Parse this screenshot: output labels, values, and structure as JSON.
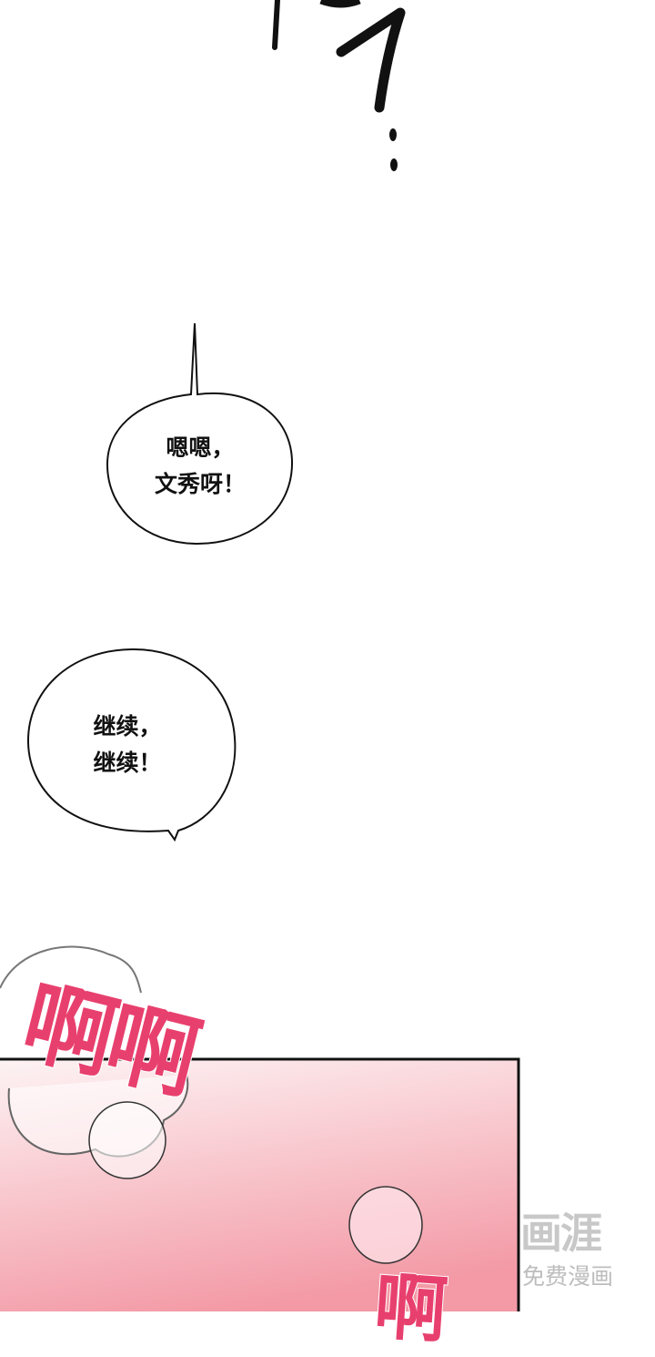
{
  "top_sfx": {
    "icon": "handwritten-question-mark-icon"
  },
  "bubble1": {
    "line1": "嗯嗯，",
    "line2": "文秀呀！"
  },
  "bubble2": {
    "line1": "继续，",
    "line2": "继续！"
  },
  "sfx": {
    "first": "啊啊",
    "second": "啊"
  },
  "panel": {
    "gradient_top": "#fbe9ec",
    "gradient_bottom": "#f3a3ad",
    "sfx_color": "#e8406e"
  },
  "watermark": {
    "logo": "画涯",
    "caption": "免费漫画"
  }
}
